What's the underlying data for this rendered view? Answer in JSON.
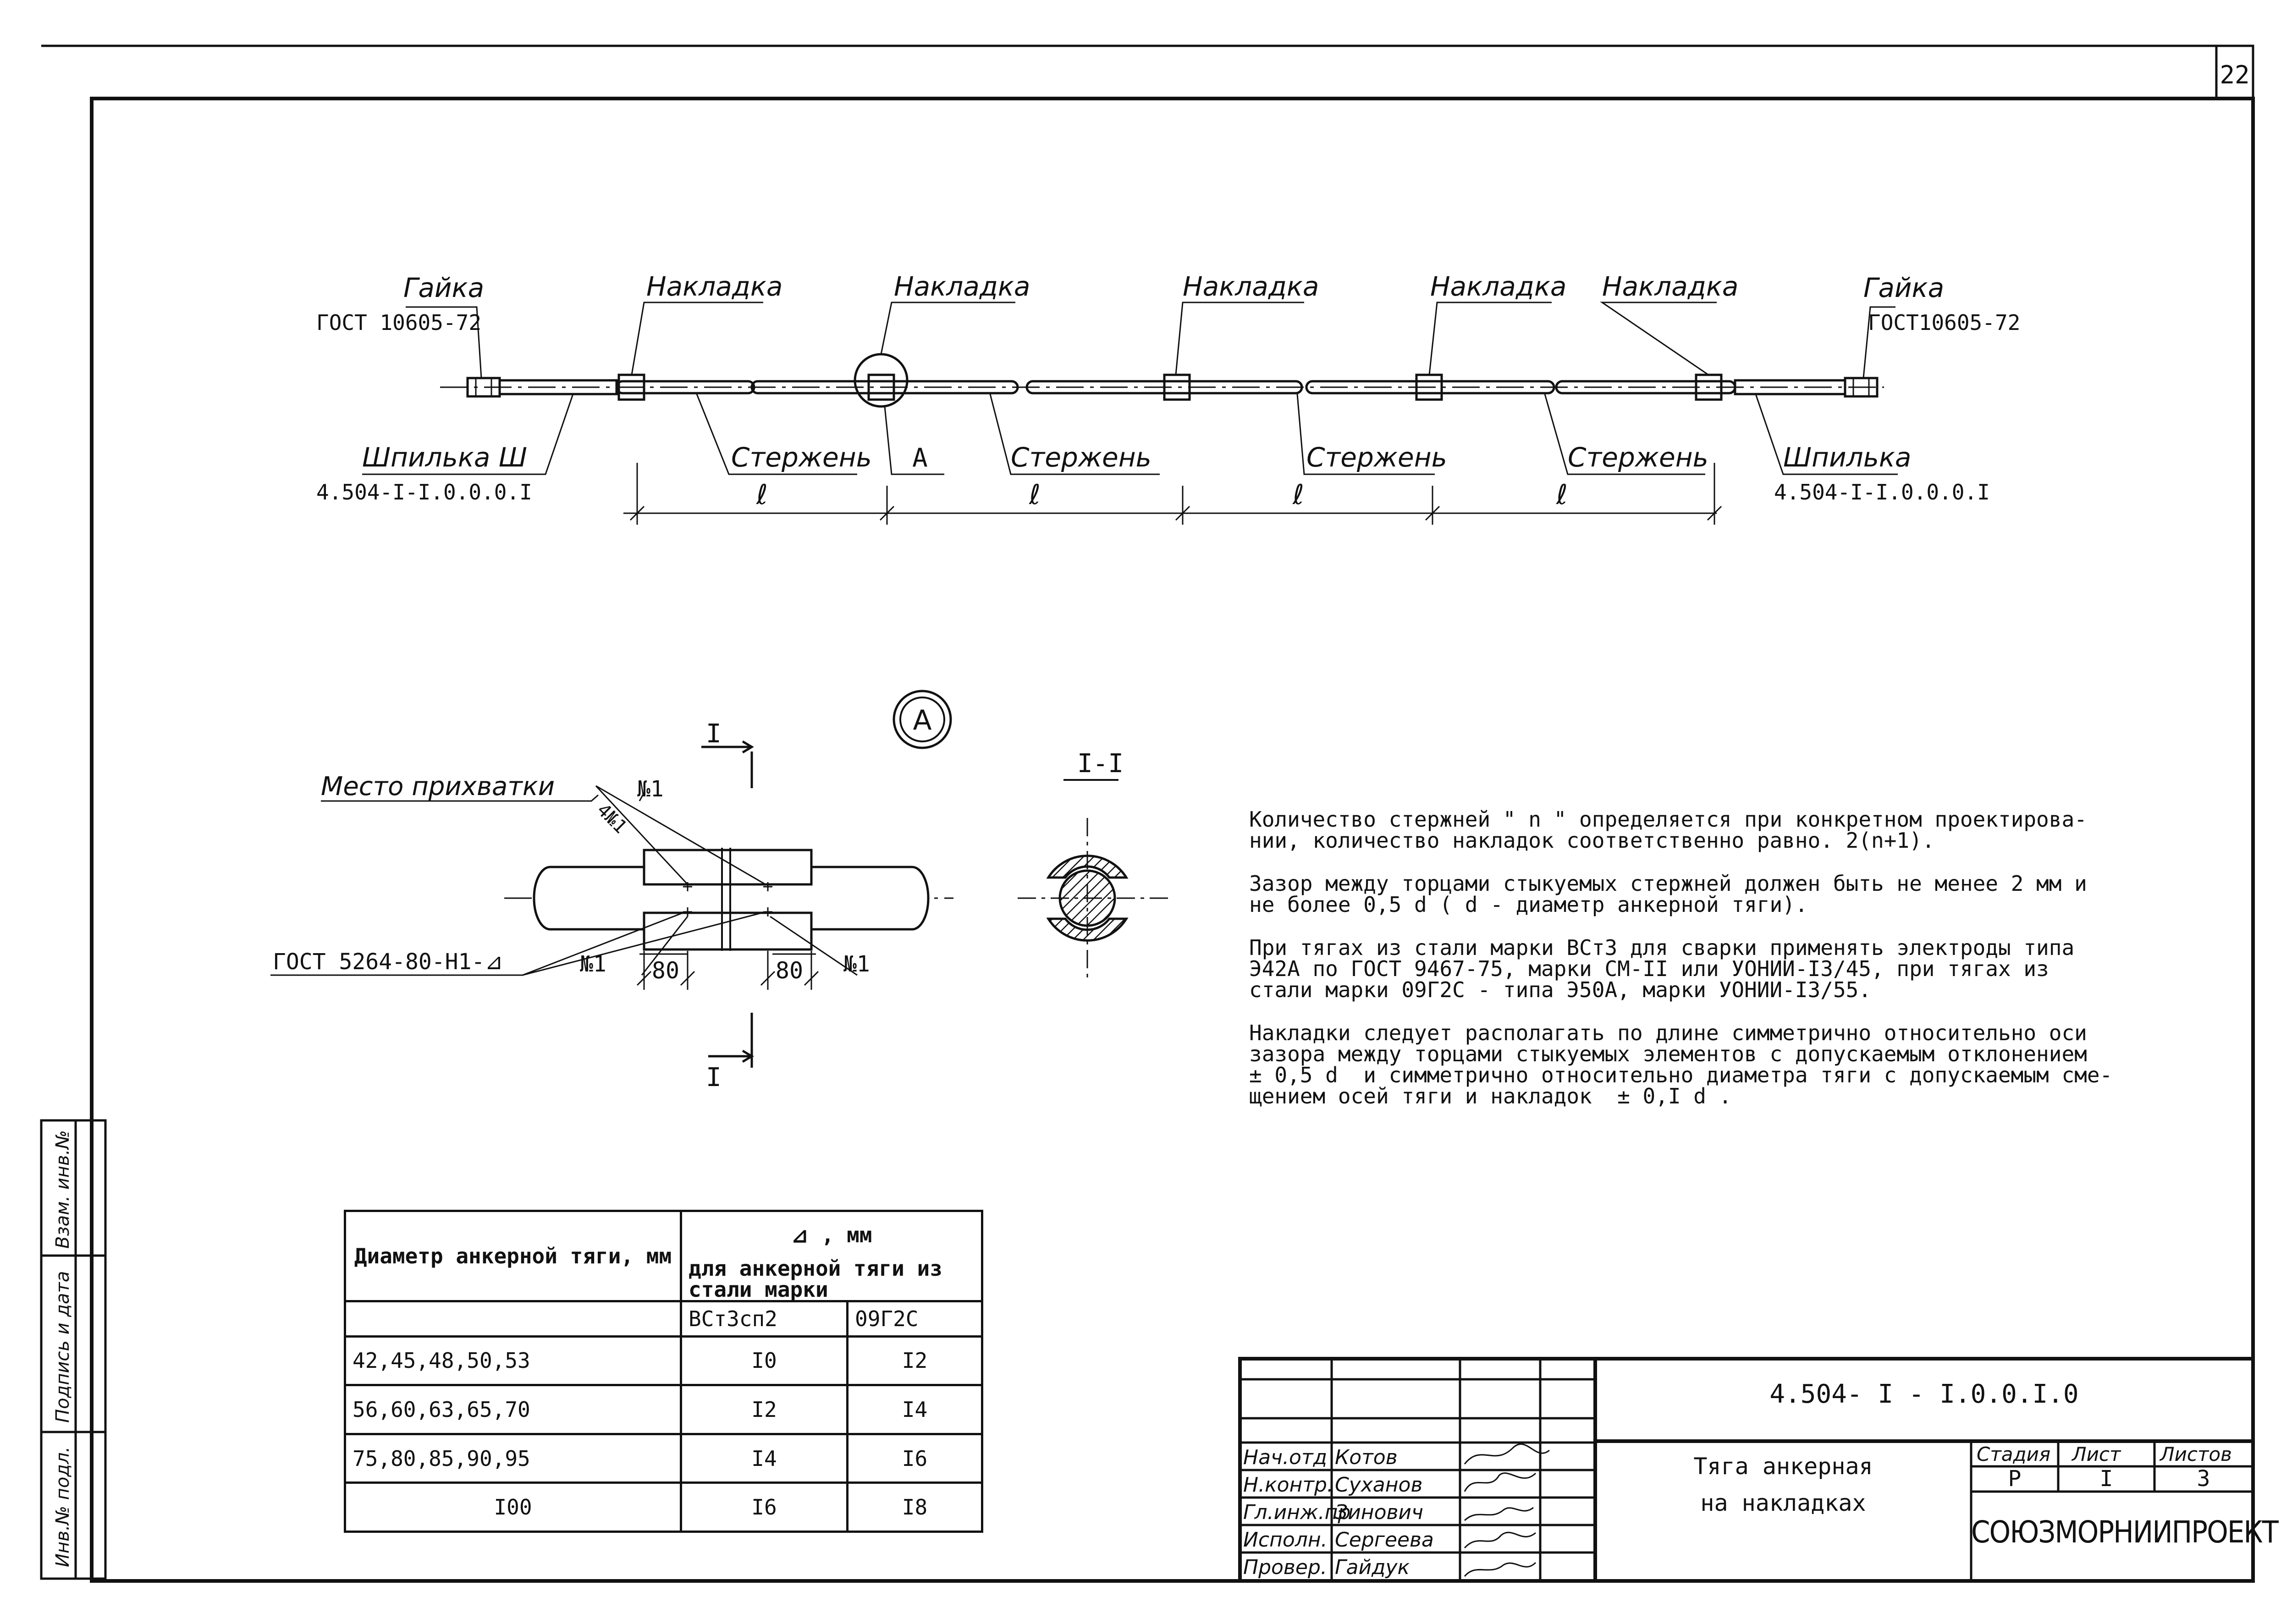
{
  "sheet_number": "22",
  "assembly": {
    "nut_left": {
      "name": "Гайка",
      "standard": "ГОСТ 10605-72"
    },
    "nut_right": {
      "name": "Гайка",
      "standard": "ГОСТ10605-72"
    },
    "overlays": [
      "Накладка",
      "Накладка",
      "Накладка",
      "Накладка",
      "Накладка"
    ],
    "stud_left": {
      "name": "Шпилька Ш",
      "code": "4.504-I-I.0.0.0.I"
    },
    "stud_right": {
      "name": "Шпилька",
      "code": "4.504-I-I.0.0.0.I"
    },
    "rods": [
      "Стержень",
      "Стержень",
      "Стержень",
      "Стержень"
    ],
    "detail_callout": "А",
    "length_symbol": "ℓ"
  },
  "detail": {
    "circle_label": "А",
    "tack_place": "Место прихватки",
    "weld_mark": "№1",
    "weld_mark_4": "4№1",
    "weld_standard": "ГОСТ 5264-80-Н1-⊿",
    "length_80": "80",
    "section_mark": "I",
    "section_title": "I-I"
  },
  "notes": [
    "Количество стержней \" n \" определяется при конкретном проектирова-\nнии, количество накладок соответственно равно. 2(n+1).",
    "Зазор между торцами стыкуемых стержней должен быть не менее 2 мм и\nне более 0,5 d ( d - диаметр анкерной тяги).",
    "При тягах из стали марки ВСт3 для сварки применять электроды типа\nЭ42А по ГОСТ 9467-75, марки СМ-II или УОНИИ-I3/45, при тягах из\nстали марки 09Г2С - типа Э50А, марки УОНИИ-I3/55.",
    "Накладки следует располагать по длине симметрично относительно оси\nзазора между торцами стыкуемых элементов с допускаемым отклонением\n± 0,5 d  и симметрично относительно диаметра тяги с допускаемым сме-\nщением осей тяги и накладок  ± 0,I d ."
  ],
  "weld_table": {
    "col1_header": "Диаметр анкерной тяги, мм",
    "col2_header_top": "⊿ , мм",
    "col2_header_sub": "для анкерной тяги из стали марки",
    "steel_grades": [
      "ВСт3сп2",
      "09Г2С"
    ],
    "rows": [
      {
        "diameters": "42,45,48,50,53",
        "vst3": "I0",
        "g09": "I2"
      },
      {
        "diameters": "56,60,63,65,70",
        "vst3": "I2",
        "g09": "I4"
      },
      {
        "diameters": "75,80,85,90,95",
        "vst3": "I4",
        "g09": "I6"
      },
      {
        "diameters": "I00",
        "vst3": "I6",
        "g09": "I8"
      }
    ]
  },
  "title_block": {
    "code": "4.504- I - I.0.0.I.0",
    "title_line1": "Тяга анкерная",
    "title_line2": "на накладках",
    "stage_header": "Стадия",
    "sheet_header": "Лист",
    "sheets_header": "Листов",
    "stage": "Р",
    "sheet": "I",
    "sheets": "3",
    "organization": "СОЮЗМОРНИИПРОЕКТ",
    "roles": [
      {
        "role": "Нач.отд",
        "name": "Котов"
      },
      {
        "role": "Н.контр.",
        "name": "Суханов"
      },
      {
        "role": "Гл.инж.пр",
        "name": "Зинович"
      },
      {
        "role": "Исполн.",
        "name": "Сергеева"
      },
      {
        "role": "Провер.",
        "name": "Гайдук"
      }
    ]
  },
  "side_stamp": [
    "Инв.№ подл.",
    "Подпись и дата",
    "Взам. инв.№"
  ]
}
